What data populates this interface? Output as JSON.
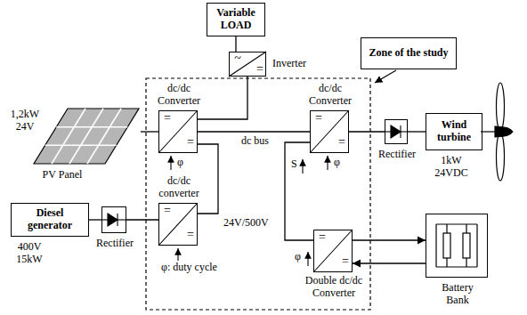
{
  "diagram": {
    "nodes": [
      {
        "text": [
          "Variable LOAD"
        ]
      },
      {
        "text": [
          "Zone of the study"
        ]
      },
      {
        "text": [
          "~",
          "=",
          "Inverter"
        ]
      },
      {
        "text": [
          "1,2kW 24V",
          "PV Panel"
        ]
      },
      {
        "text": [
          "dc/dc Converter",
          "=",
          "="
        ]
      },
      {
        "text": [
          "dc/dc Converter",
          "=",
          "="
        ]
      },
      {
        "text": [
          "Rectifier"
        ]
      },
      {
        "text": [
          "Wind turbine",
          "1kW 24VDC"
        ]
      },
      {
        "text": [
          "Diesel generator",
          "400V 15kW"
        ]
      },
      {
        "text": [
          "Rectifier"
        ]
      },
      {
        "text": [
          "dc/dc converter",
          "=",
          "="
        ]
      },
      {
        "text": [
          "Double dc/dc Converter",
          "=",
          "="
        ]
      },
      {
        "text": [
          "Battery Bank"
        ]
      }
    ],
    "edges": [
      {
        "from": 3,
        "to": 4,
        "arrow": "none"
      },
      {
        "from": 4,
        "to": 5,
        "arrow": "none"
      },
      {
        "from": 4,
        "to": 2,
        "arrow": "none"
      },
      {
        "from": 10,
        "to": 4,
        "arrow": "none"
      },
      {
        "from": 11,
        "to": 5,
        "arrow": "none"
      },
      {
        "from": 5,
        "to": 6,
        "arrow": "none"
      },
      {
        "from": 6,
        "to": 7,
        "arrow": "none"
      },
      {
        "from": 8,
        "to": 9,
        "arrow": "none"
      },
      {
        "from": 9,
        "to": 10,
        "arrow": "none"
      },
      {
        "from": 2,
        "to": 0,
        "arrow": "none"
      },
      {
        "from": 11,
        "to": 12,
        "arrow": "to"
      },
      {
        "from": 12,
        "to": 11,
        "arrow": "to"
      }
    ],
    "labels": [
      "φ",
      "dc bus",
      "S",
      "φ",
      "24V/500V",
      "φ",
      "φ: duty cycle"
    ]
  }
}
